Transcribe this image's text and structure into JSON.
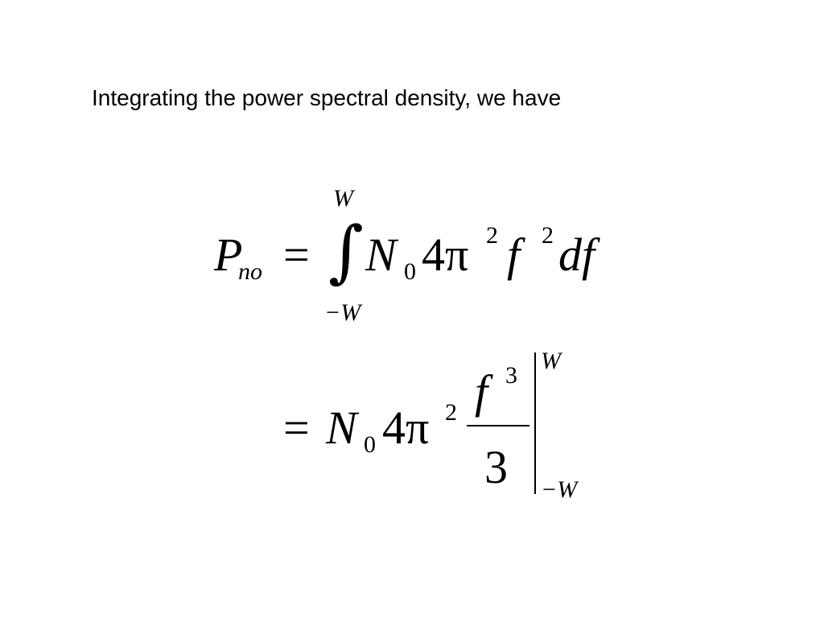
{
  "intro": {
    "text": "Integrating the power spectral density, we have"
  },
  "eq1": {
    "lhs_var": "P",
    "lhs_sub": "no",
    "equals": "=",
    "integral_sign": "∫",
    "upper_limit": "W",
    "lower_limit": "−W",
    "N": "N",
    "N_sub": "0",
    "four_pi": "4π",
    "pi_exp": "2",
    "f": "f",
    "f_exp": "2",
    "df": "df"
  },
  "eq2": {
    "equals": "=",
    "N": "N",
    "N_sub": "0",
    "four_pi": "4π",
    "pi_exp": "2",
    "numerator_f": "f",
    "numerator_exp": "3",
    "denominator": "3",
    "upper_limit": "W",
    "lower_limit": "−W"
  }
}
